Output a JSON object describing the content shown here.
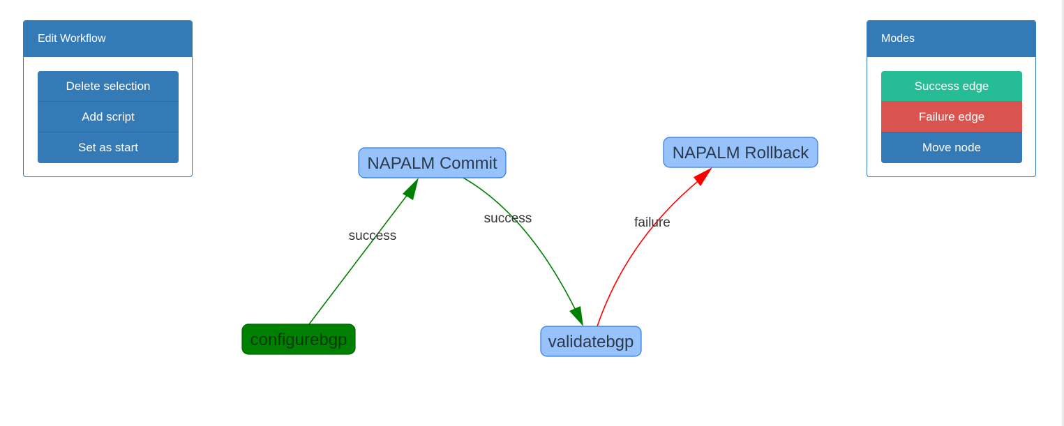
{
  "edit_panel": {
    "title": "Edit Workflow",
    "buttons": [
      {
        "label": "Delete selection"
      },
      {
        "label": "Add script"
      },
      {
        "label": "Set as start"
      }
    ]
  },
  "modes_panel": {
    "title": "Modes",
    "buttons": [
      {
        "label": "Success edge",
        "color": "#26bc95"
      },
      {
        "label": "Failure edge",
        "color": "#d9534f"
      },
      {
        "label": "Move node",
        "color": "#337ab7"
      }
    ]
  },
  "graph": {
    "nodes": [
      {
        "id": "napalm-commit",
        "label": "NAPALM Commit",
        "color": "#97c2fc"
      },
      {
        "id": "napalm-rollback",
        "label": "NAPALM Rollback",
        "color": "#97c2fc"
      },
      {
        "id": "configurebgp",
        "label": "configurebgp",
        "color": "#008000",
        "is_start": true
      },
      {
        "id": "validatebgp",
        "label": "validatebgp",
        "color": "#97c2fc"
      }
    ],
    "edges": [
      {
        "from": "configurebgp",
        "to": "napalm-commit",
        "label": "success",
        "color": "#008000"
      },
      {
        "from": "napalm-commit",
        "to": "validatebgp",
        "label": "success",
        "color": "#008000"
      },
      {
        "from": "validatebgp",
        "to": "napalm-rollback",
        "label": "failure",
        "color": "#ff0000"
      }
    ]
  }
}
